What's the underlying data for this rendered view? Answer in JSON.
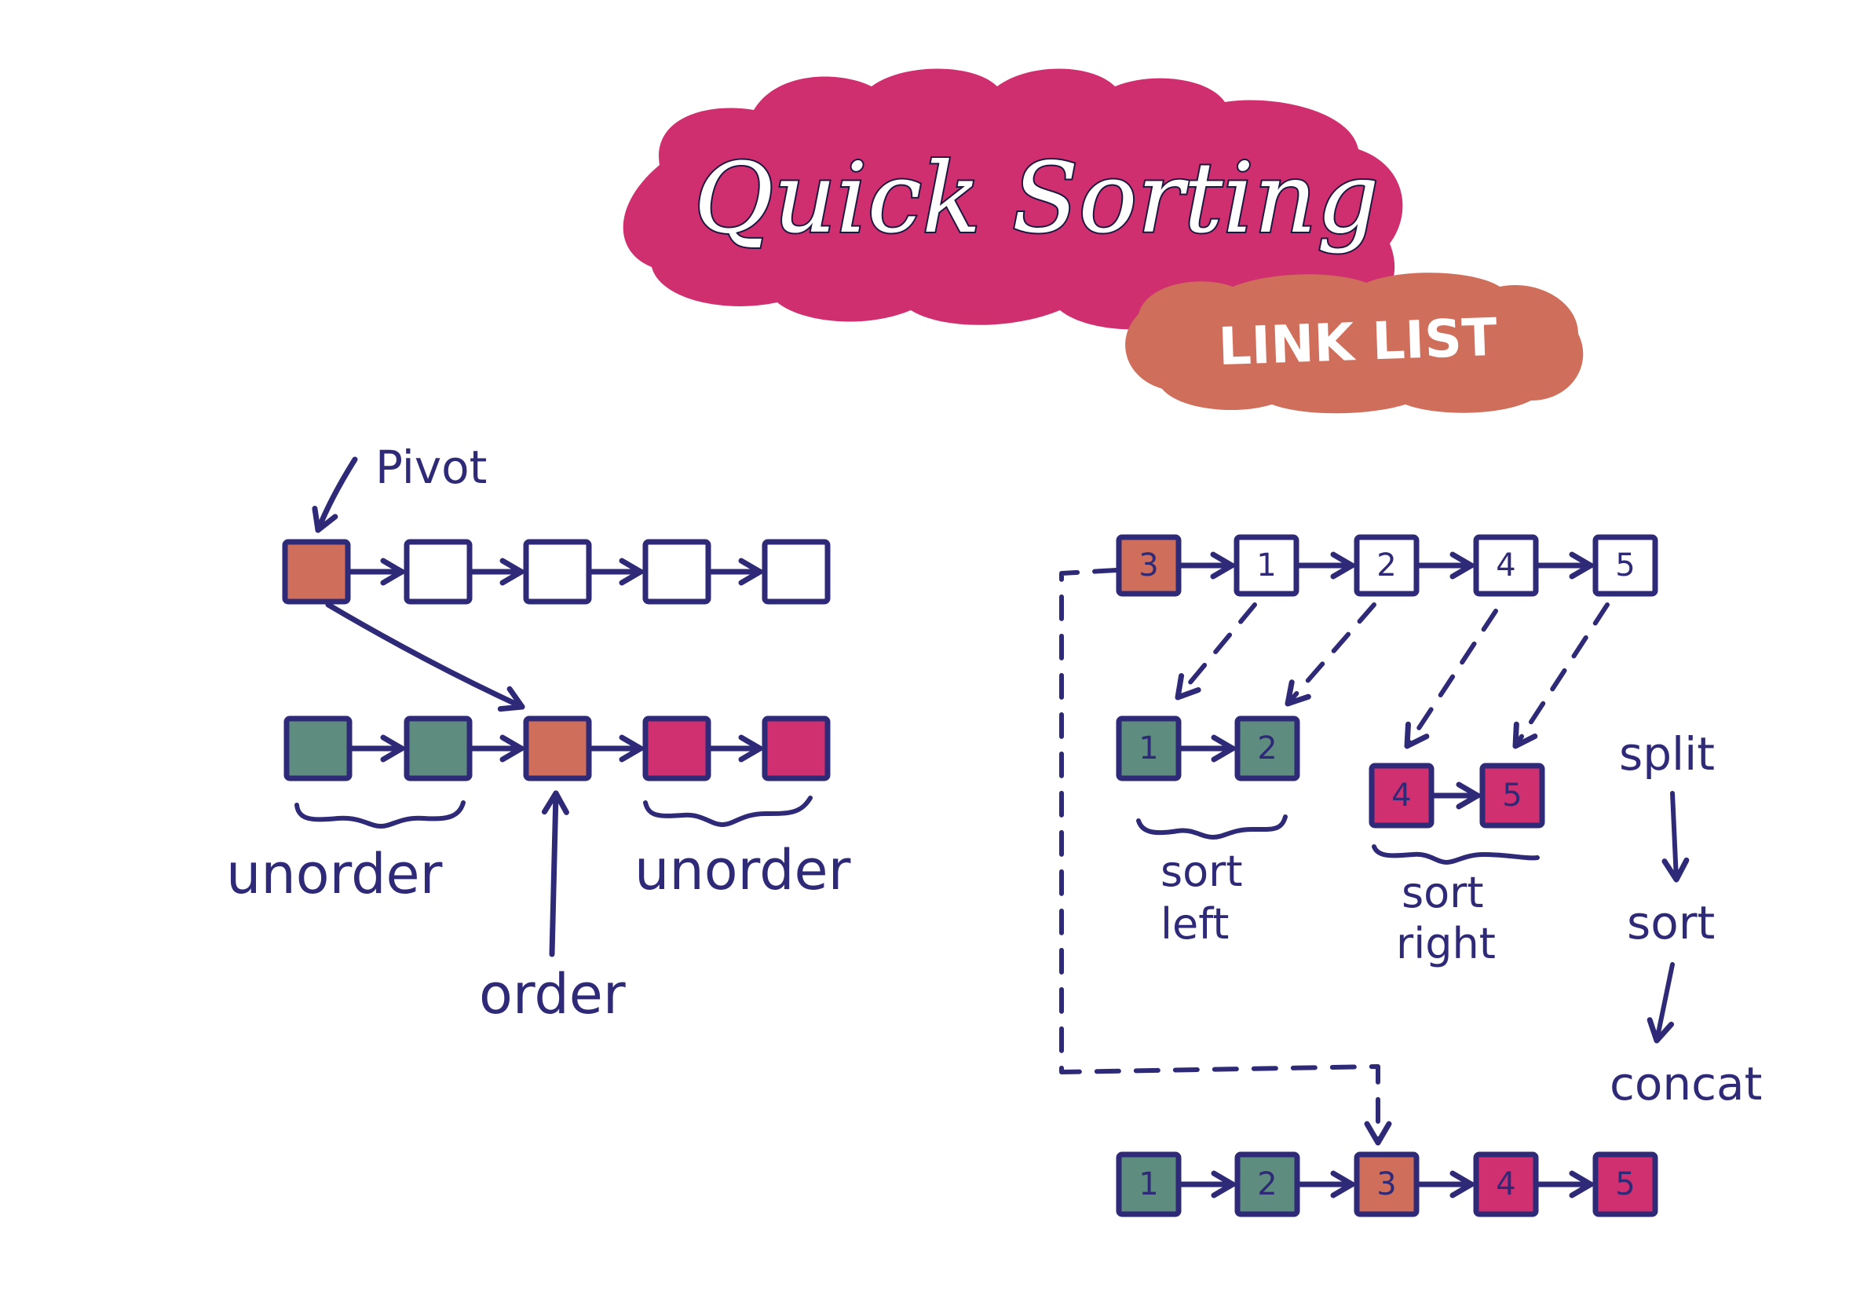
{
  "title": "Quick Sorting",
  "subtitle": "LINK LIST",
  "colors": {
    "ink": "#2f2a78",
    "pivot": "#cf6e5b",
    "left_part": "#5e8c7e",
    "right_part": "#d0306f",
    "title_blob": "#cf2f6e",
    "subtitle_blob": "#cf6e5b"
  },
  "left_diagram": {
    "pivot_label": "Pivot",
    "left_label": "unorder",
    "right_label": "unorder",
    "middle_label": "order"
  },
  "right_diagram": {
    "input_list": [
      "3",
      "1",
      "2",
      "4",
      "5"
    ],
    "left_sublist": [
      "1",
      "2"
    ],
    "right_sublist": [
      "4",
      "5"
    ],
    "result_list": [
      "1",
      "2",
      "3",
      "4",
      "5"
    ],
    "sort_left_line1": "sort",
    "sort_left_line2": "left",
    "sort_right_line1": "sort",
    "sort_right_line2": "right"
  },
  "steps": {
    "step1": "split",
    "step2": "sort",
    "step3": "concat"
  }
}
